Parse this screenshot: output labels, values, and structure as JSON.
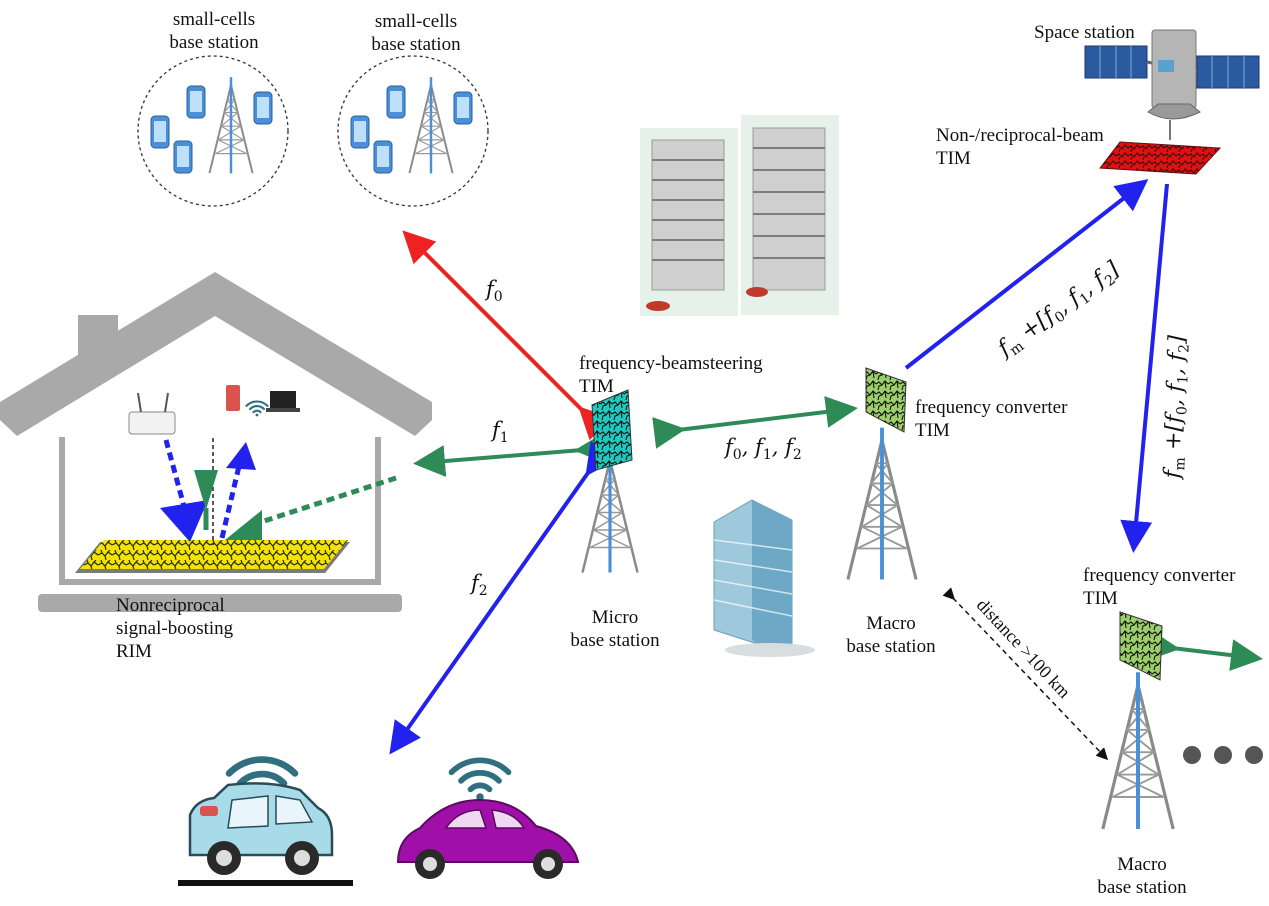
{
  "labels": {
    "small_cells_1": [
      "small-cells",
      "base station"
    ],
    "small_cells_2": [
      "small-cells",
      "base station"
    ],
    "space_station": "Space station",
    "nonreciprocal_beam_tim": [
      "Non-/reciprocal-beam",
      "TIM"
    ],
    "freq_beamsteering_tim": [
      "frequency-beamsteering",
      "TIM"
    ],
    "freq_converter_tim_1": [
      "frequency converter",
      "TIM"
    ],
    "freq_converter_tim_2": [
      "frequency converter",
      "TIM"
    ],
    "rim": [
      "Nonreciprocal",
      "signal-boosting",
      "RIM"
    ],
    "micro_bs": [
      "Micro",
      "base station"
    ],
    "macro_bs_1": [
      "Macro",
      "base station"
    ],
    "macro_bs_2": [
      "Macro",
      "base station"
    ],
    "distance": "distance >100 km"
  },
  "math": {
    "f": "f",
    "sub0": "0",
    "sub1": "1",
    "sub2": "2",
    "subm": "m",
    "f0f1f2": [
      "f",
      "0",
      ", f",
      "1",
      ", f",
      "2"
    ],
    "uplink": [
      "f",
      "m",
      " +[",
      "f",
      "0",
      ", ",
      "f",
      "1",
      ", ",
      "f",
      "2",
      "]"
    ]
  },
  "colors": {
    "red_link": "#ee2222",
    "green_link": "#2e8b57",
    "blue_link": "#2222ee",
    "phone": "#4a90d9",
    "tower": "#8a8a8a",
    "house": "#a9a9a9",
    "rim_surface": "#f2e300",
    "beamsteering_tim": "#1fc9c0",
    "converter_tim": "#9ccf6a",
    "space_tim": "#e01010",
    "car_blue": "#a7dbe8",
    "car_purple": "#a010a8"
  }
}
